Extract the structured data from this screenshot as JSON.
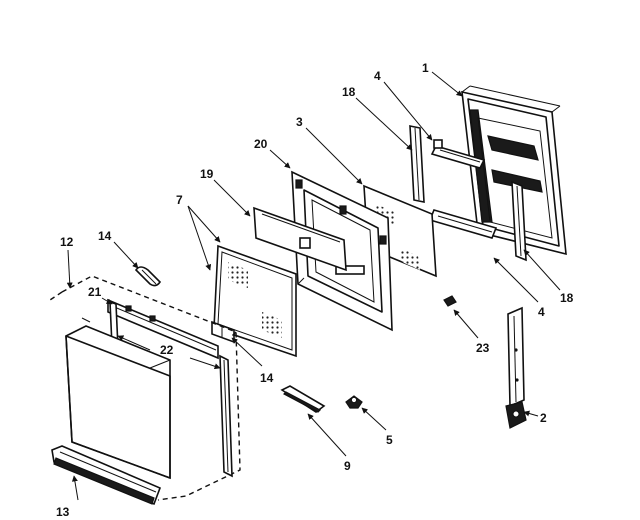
{
  "callouts": {
    "c1": "1",
    "c2": "2",
    "c3": "3",
    "c4a": "4",
    "c4b": "4",
    "c5": "5",
    "c7": "7",
    "c9": "9",
    "c12": "12",
    "c13": "13",
    "c14a": "14",
    "c14b": "14",
    "c18a": "18",
    "c18b": "18",
    "c19": "19",
    "c20": "20",
    "c21": "21",
    "c22": "22",
    "c23": "23"
  }
}
